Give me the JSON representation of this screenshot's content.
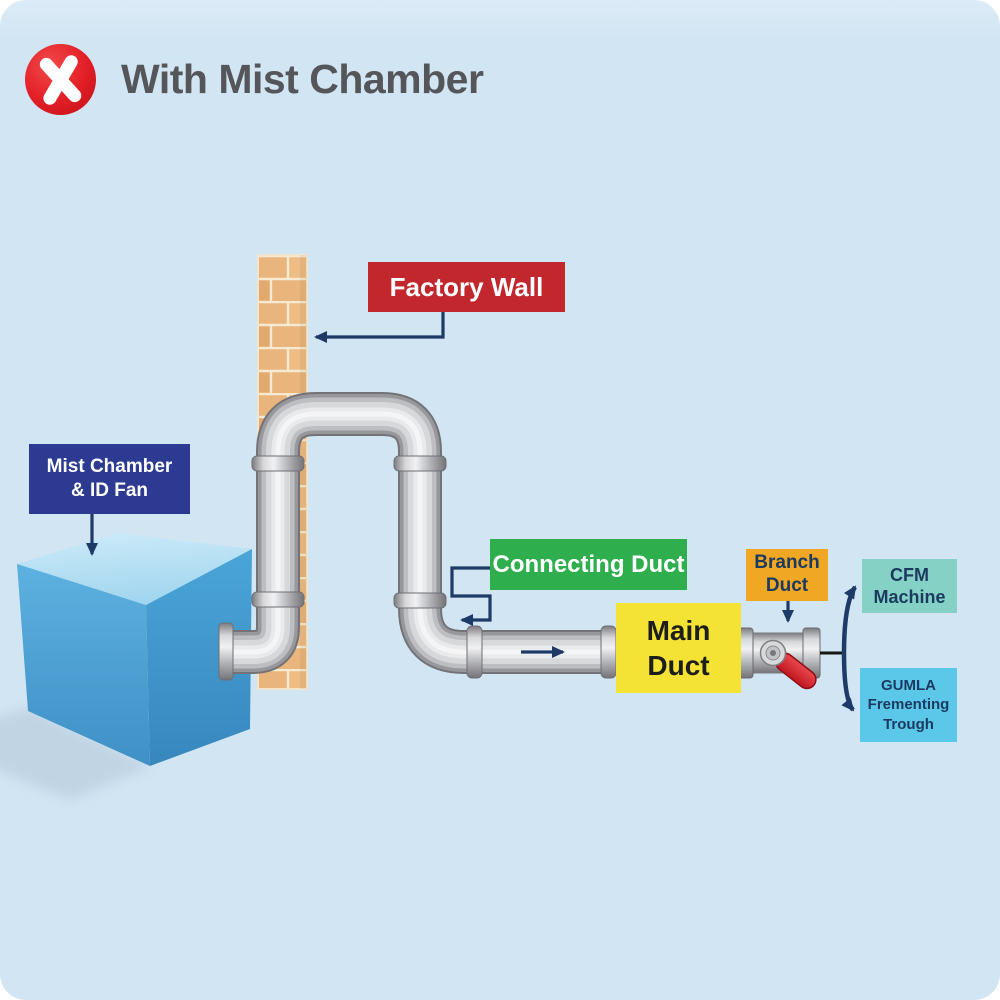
{
  "header": {
    "badge_icon": "x-circle-icon",
    "title": "With Mist Chamber"
  },
  "palette": {
    "background": "#d2e5f3",
    "title_text": "#54565a",
    "badge_red": "#e31f27",
    "arrow_navy": "#1e3a66",
    "pipe_gray": "#bdbec2",
    "wall_brick": "#e9b57c",
    "chamber_blue": "#55abdc"
  },
  "callouts": {
    "factory_wall": {
      "text": "Factory Wall",
      "bg": "#c2272e",
      "text_color": "#ffffff"
    },
    "mist_chamber": {
      "line1": "Mist Chamber",
      "line2": "& ID Fan",
      "bg": "#2c3b91",
      "text_color": "#ffffff"
    },
    "connecting_duct": {
      "text": "Connecting Duct",
      "bg": "#2fae4e",
      "text_color": "#ffffff"
    },
    "main_duct": {
      "line1": "Main",
      "line2": "Duct",
      "bg": "#f4e335",
      "text_color": "#1d1d1b"
    },
    "branch_duct": {
      "line1": "Branch",
      "line2": "Duct",
      "bg": "#efa724",
      "text_color": "#1c3a5f"
    },
    "cfm_machine": {
      "line1": "CFM",
      "line2": "Machine",
      "bg": "#85d1c6",
      "text_color": "#1c3a5f"
    },
    "gumla_trough": {
      "line1": "GUMLA",
      "line2": "Frementing",
      "line3": "Trough",
      "bg": "#5bc8ea",
      "text_color": "#1c3a5f"
    }
  },
  "scene": {
    "wall": "brick-factory-wall",
    "chamber": "mist-chamber-cube",
    "duct_run": "galvanized-duct-over-wall",
    "valve": "branch-valve-red-handle",
    "flow_direction": "left-to-right"
  }
}
